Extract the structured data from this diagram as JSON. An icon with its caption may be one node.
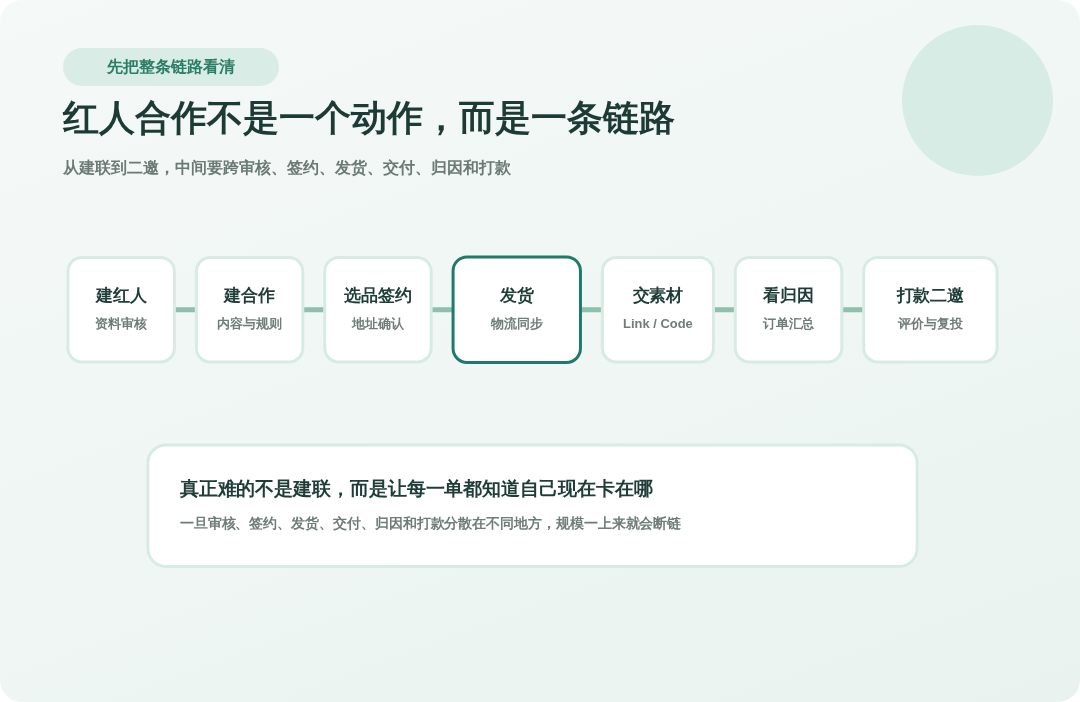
{
  "diagram": {
    "title": "红人合作不是一个动作，而是一条链路",
    "nodes": [
      {
        "text": [
          "建红人",
          "资料审核"
        ]
      },
      {
        "text": [
          "建合作",
          "内容与规则"
        ]
      },
      {
        "text": [
          "选品签约",
          "地址确认"
        ]
      },
      {
        "text": [
          "发货",
          "物流同步"
        ]
      },
      {
        "text": [
          "交素材",
          "Link / Code"
        ]
      },
      {
        "text": [
          "看归因",
          "订单汇总"
        ]
      },
      {
        "text": [
          "打款二邀",
          "评价与复投"
        ]
      },
      {
        "text": [
          "真正难的不是建联，而是让每一单都知道自己现在卡在哪",
          "一旦审核、签约、发货、交付、归因和打款分散在不同地方，规模一上来就会断链"
        ]
      }
    ],
    "edges": [
      {
        "from": 0,
        "to": 1,
        "arrow": "none"
      },
      {
        "from": 1,
        "to": 2,
        "arrow": "none"
      },
      {
        "from": 2,
        "to": 3,
        "arrow": "none"
      },
      {
        "from": 3,
        "to": 4,
        "arrow": "none"
      },
      {
        "from": 4,
        "to": 5,
        "arrow": "none"
      },
      {
        "from": 5,
        "to": 6,
        "arrow": "none"
      }
    ],
    "labels": [
      "先把整条链路看清",
      "从建联到二邀，中间要跨审核、签约、发货、交付、归因和打款"
    ]
  }
}
